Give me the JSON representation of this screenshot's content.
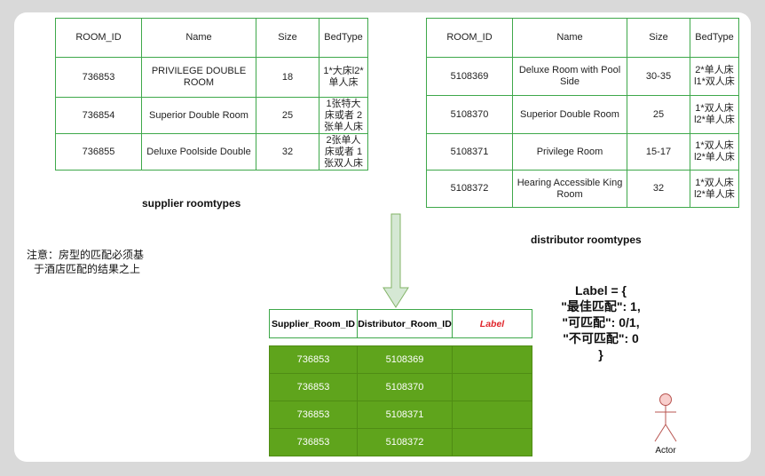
{
  "supplier_table": {
    "headers": [
      "ROOM_ID",
      "Name",
      "Size",
      "BedType"
    ],
    "rows": [
      [
        "736853",
        "PRIVILEGE DOUBLE ROOM",
        "18",
        "1*大床l2*单人床"
      ],
      [
        "736854",
        "Superior Double Room",
        "25",
        "1张特大床或者 2张单人床"
      ],
      [
        "736855",
        "Deluxe Poolside Double",
        "32",
        "2张单人床或者 1张双人床"
      ]
    ]
  },
  "supplier_caption": "supplier roomtypes",
  "distributor_table": {
    "headers": [
      "ROOM_ID",
      "Name",
      "Size",
      "BedType"
    ],
    "rows": [
      [
        "5108369",
        "Deluxe Room with Pool Side",
        "30-35",
        "2*单人床l1*双人床"
      ],
      [
        "5108370",
        "Superior Double Room",
        "25",
        "1*双人床l2*单人床"
      ],
      [
        "5108371",
        "Privilege Room",
        "15-17",
        "1*双人床l2*单人床"
      ],
      [
        "5108372",
        "Hearing Accessible King Room",
        "32",
        "1*双人床l2*单人床"
      ]
    ]
  },
  "distributor_caption": "distributor roomtypes",
  "note_lines": [
    "注意：房型的匹配必须基",
    "于酒店匹配的结果之上"
  ],
  "result_table": {
    "headers": [
      "Supplier_Room_ID",
      "Distributor_Room_ID",
      "Label"
    ],
    "rows": [
      [
        "736853",
        "5108369",
        ""
      ],
      [
        "736853",
        "5108370",
        ""
      ],
      [
        "736853",
        "5108371",
        ""
      ],
      [
        "736853",
        "5108372",
        ""
      ]
    ]
  },
  "label_definition": [
    "Label = {",
    "\"最佳匹配\": 1,",
    "\"可匹配\": 0/1,",
    "\"不可匹配\": 0",
    "}"
  ],
  "actor_label": "Actor",
  "colors": {
    "table_border": "#3ea84a",
    "result_fill": "#5fa41c",
    "arrow_fill": "#d5e8d4",
    "arrow_stroke": "#82b366",
    "actor_fill": "#f8cecc",
    "actor_stroke": "#b85450",
    "label_header_text": "#e0262c"
  }
}
